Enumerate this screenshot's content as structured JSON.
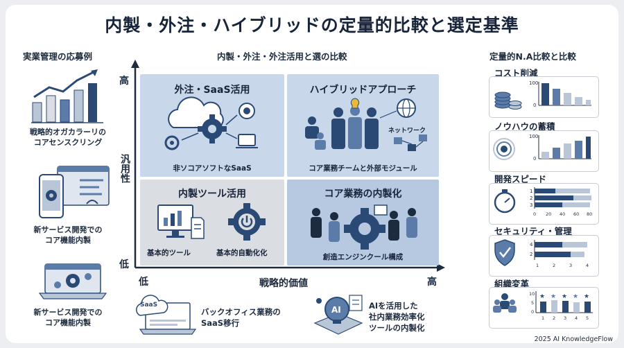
{
  "title": "内製・外注・ハイブリッドの定量的比較と選定基準",
  "left": {
    "header": "実業管理の応募例",
    "items": [
      {
        "line1": "戦略的オガカラーリの",
        "line2": "コアセンスクリング"
      },
      {
        "line1": "新サービス開発での",
        "line2": "コア機能内製"
      },
      {
        "line1": "新サービス開発での",
        "line2": "コア機能内製"
      }
    ]
  },
  "center": {
    "header": "内製・外注・外注活用と選の比較",
    "y_axis": {
      "label": "汎用性",
      "high": "高",
      "low": "低"
    },
    "x_axis": {
      "label": "戦略的価値",
      "low": "低",
      "high": "高"
    },
    "quadrants": {
      "tl": {
        "title": "外注・SaaS活用",
        "caption": "非ソコアソフトなSaaS"
      },
      "tr": {
        "title": "ハイブリッドアプローチ",
        "caption": "コア業務チームと外部モジュール",
        "network": "ネットワーク"
      },
      "bl": {
        "title": "内製ツール活用",
        "cap1": "基本的ツール",
        "cap2": "基本的自動化化"
      },
      "br": {
        "title": "コア業務の内製化",
        "caption": "創造エンジンクール構成"
      }
    },
    "bottom": {
      "saas_badge": "SaaS",
      "item1": {
        "line1": "バックオフィス業務の",
        "line2": "SaaS移行"
      },
      "ai_badge": "AI",
      "item2": {
        "line1": "AIを活用した",
        "line2": "社内業務効率化",
        "line3": "ツールの内製化"
      }
    }
  },
  "right": {
    "header": "定量的N.A比較と比較",
    "panels": [
      {
        "title": "コスト削減",
        "ticks": [
          "100",
          "0"
        ]
      },
      {
        "title": "ノウハウの蓄積",
        "ticks": [
          "100",
          "0"
        ]
      },
      {
        "title": "開発スピード",
        "rows": [
          "1",
          "2",
          "3"
        ],
        "xticks": [
          "0",
          "20",
          "40",
          "60",
          "80"
        ]
      },
      {
        "title": "セキュリティ・管理",
        "rows": [
          "4",
          "2"
        ],
        "xticks": [
          "1",
          "2",
          "3",
          "4"
        ]
      },
      {
        "title": "組織変革",
        "yticks": [
          "10",
          "5",
          "0"
        ],
        "xticks": [
          "1",
          "2",
          "3",
          "4",
          "5"
        ]
      }
    ]
  },
  "footer": "2025 AI KnowledgeFlow",
  "colors": {
    "navy": "#2a4a75",
    "mid": "#5b7ba8",
    "light": "#b9c6d8",
    "quad_blue": "#c8d7ea",
    "quad_gray": "#dadde2",
    "quad_br": "#b6c9e0"
  }
}
